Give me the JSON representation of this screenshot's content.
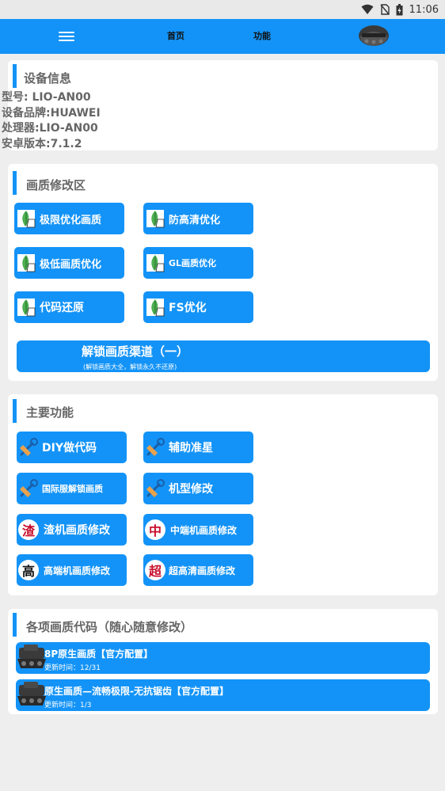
{
  "status": {
    "time": "11:06"
  },
  "appbar": {
    "nav_home": "首页",
    "nav_features": "功能"
  },
  "device": {
    "title": "设备信息",
    "model": "型号: LIO-AN00",
    "brand": "设备品牌:HUAWEI",
    "cpu": "处理器:LIO-AN00",
    "android": "安卓版本:7.1.2"
  },
  "quality": {
    "title": "画质修改区",
    "buttons": [
      "极限优化画质",
      "防高清优化",
      "极低画质优化",
      "GL画质优化",
      "代码还原",
      "FS优化"
    ],
    "unlock_title": "解锁画质渠道（一）",
    "unlock_sub": "(解锁画质大全，解锁永久不还原)"
  },
  "main": {
    "title": "主要功能",
    "buttons": [
      "DIY做代码",
      "辅助准星",
      "国际服解锁画质",
      "机型修改",
      "渣机画质修改",
      "中端机画质修改",
      "高端机画质修改",
      "超高清画质修改"
    ],
    "badges": [
      "渣",
      "中",
      "高",
      "超"
    ]
  },
  "codes": {
    "title": "各项画质代码（随心随意修改）",
    "items": [
      {
        "title": "8P原生画质【官方配置】",
        "date": "更新时间：12/31"
      },
      {
        "title": "原生画质—流畅极限-无抗锯齿【官方配置】",
        "date": "更新时间：1/3"
      }
    ]
  },
  "colors": {
    "primary": "#1393f7",
    "background": "#eeeeee",
    "badge_red": "#c8102e"
  }
}
